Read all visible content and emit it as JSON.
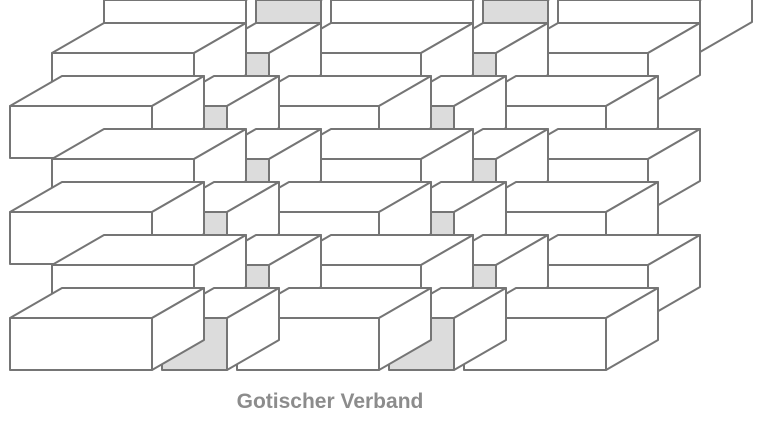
{
  "caption": "Gotischer Verband",
  "colors": {
    "stroke": "#757575",
    "stretcher_face": "#ffffff",
    "header_face": "#dcdcdc",
    "caption_text": "#8c8c8c"
  },
  "diagram": {
    "courses": 6,
    "pattern": [
      "stretcher",
      "header",
      "stretcher",
      "header",
      "stretcher"
    ]
  }
}
